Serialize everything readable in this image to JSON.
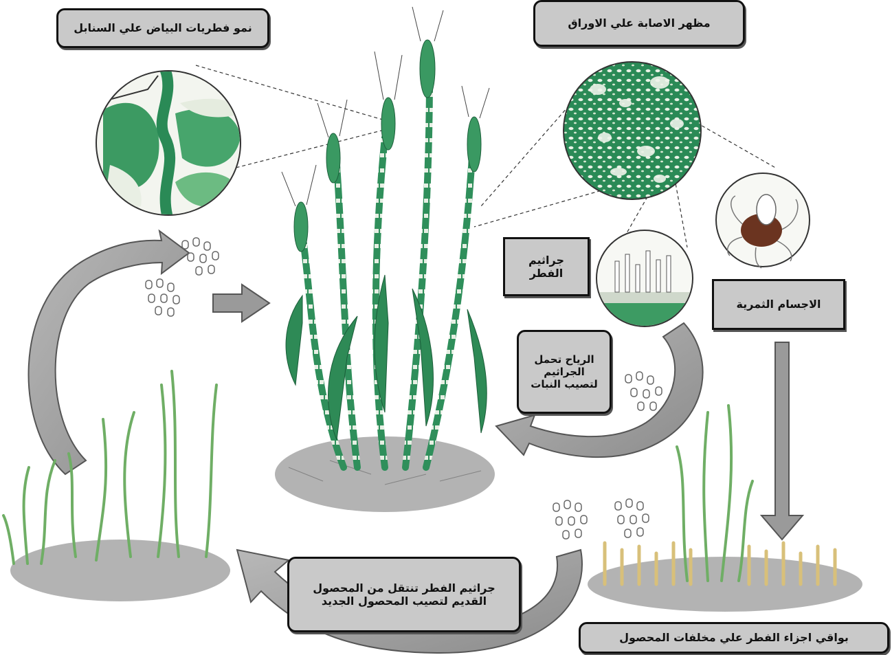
{
  "labels": {
    "mildew_on_ears": "نمو فطريات البياض علي السنابل",
    "leaf_infection": "مظهر الاصابة علي الاوراق",
    "fungal_spores": "جراثيم الفطر",
    "fruiting_bodies": "الاجسام الثمرية",
    "wind_carries": "الرياح تحمل الجراثيم لتصيب النبات",
    "spores_transfer": "جراثيم الفطر تنتقل من المحصول القديم لتصيب المحصول الجديد",
    "remains_on_residue": "بواقي اجزاء الفطر علي مخلفات المحصول"
  },
  "colors": {
    "label_fill": "#c9c9c9",
    "label_border": "#111111",
    "arrow_fill": "#9a9a9a",
    "arrow_stroke": "#555555",
    "plant_green": "#2f8f5b",
    "dark_green": "#1f6f45",
    "light_green": "#9fd08a",
    "mildew_white": "#eef3ea",
    "straw": "#d8c07a",
    "soil": "#8a8a8a",
    "cleistothecium": "#6b3420"
  },
  "icons": {
    "spores": "spore-cluster-icon",
    "cycle_arrow": "curved-arrow-icon"
  }
}
